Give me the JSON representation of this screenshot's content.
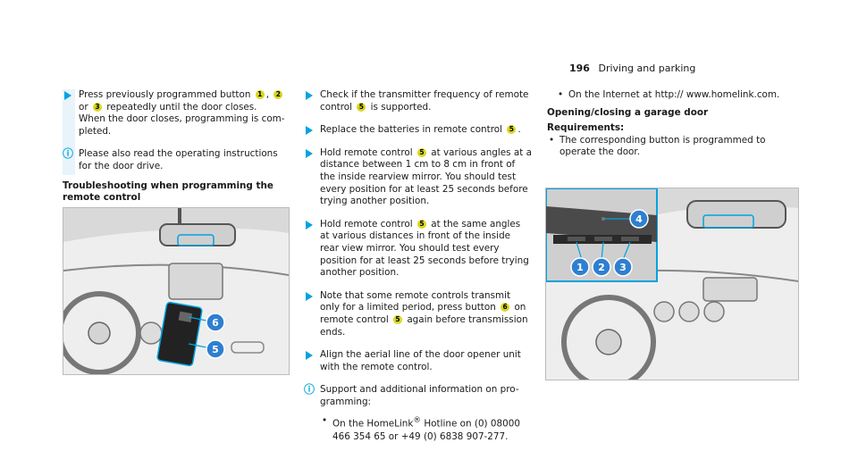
{
  "header": {
    "page_number": "196",
    "section": "Driving and parking"
  },
  "col1": {
    "step1": {
      "t1": "Press previously programmed button ",
      "n1": "1",
      "t2": ", ",
      "n2": "2",
      "t3": " or ",
      "n3": "3",
      "t4": " repeatedly until the door closes. When the door closes, programming is com-pleted."
    },
    "info1": "Please also read the operating instructions for the door drive.",
    "heading": "Troubleshooting when programming the remote control"
  },
  "col2": {
    "s1": {
      "t1": "Check if the transmitter frequency of remote control ",
      "n1": "5",
      "t2": " is supported."
    },
    "s2": {
      "t1": "Replace the batteries in remote control ",
      "n1": "5",
      "t2": "."
    },
    "s3": {
      "t1": "Hold remote control ",
      "n1": "5",
      "t2": " at various angles at a distance between 1 cm to 8 cm in front of the inside rearview mirror. You should test every position for at least 25 seconds before trying another position."
    },
    "s4": {
      "t1": "Hold remote control ",
      "n1": "5",
      "t2": " at the same angles at various distances in front of the inside rear view mirror. You should test every position for at least 25 seconds before trying another position."
    },
    "s5": {
      "t1": "Note that some remote controls transmit only for a limited period, press button ",
      "n1": "6",
      "t2": " on remote control ",
      "n2": "5",
      "t3": " again before transmission ends."
    },
    "s6": "Align the aerial line of the door opener unit with the remote control.",
    "info": "Support and additional information on pro-gramming:",
    "bullet": {
      "t1": "On the HomeLink",
      "sup": "®",
      "t2": " Hotline on (0) 08000 466 354 65 or +49 (0) 6838 907-277."
    }
  },
  "col3": {
    "bullet": "On the Internet at http:// www.homelink.com.",
    "heading": "Opening/closing a garage door",
    "req_label": "Requirements:",
    "req_bullet": "The corresponding button is programmed to operate the door."
  },
  "figure1": {
    "labels": [
      "6",
      "5"
    ]
  },
  "figure2": {
    "labels": [
      "4",
      "1",
      "2",
      "3"
    ]
  },
  "colors": {
    "accent": "#00a3e0",
    "callout": "#2f7fd0",
    "highlight": "#d9d71f"
  },
  "icons": [
    "arrow-bullet-icon",
    "info-icon"
  ]
}
